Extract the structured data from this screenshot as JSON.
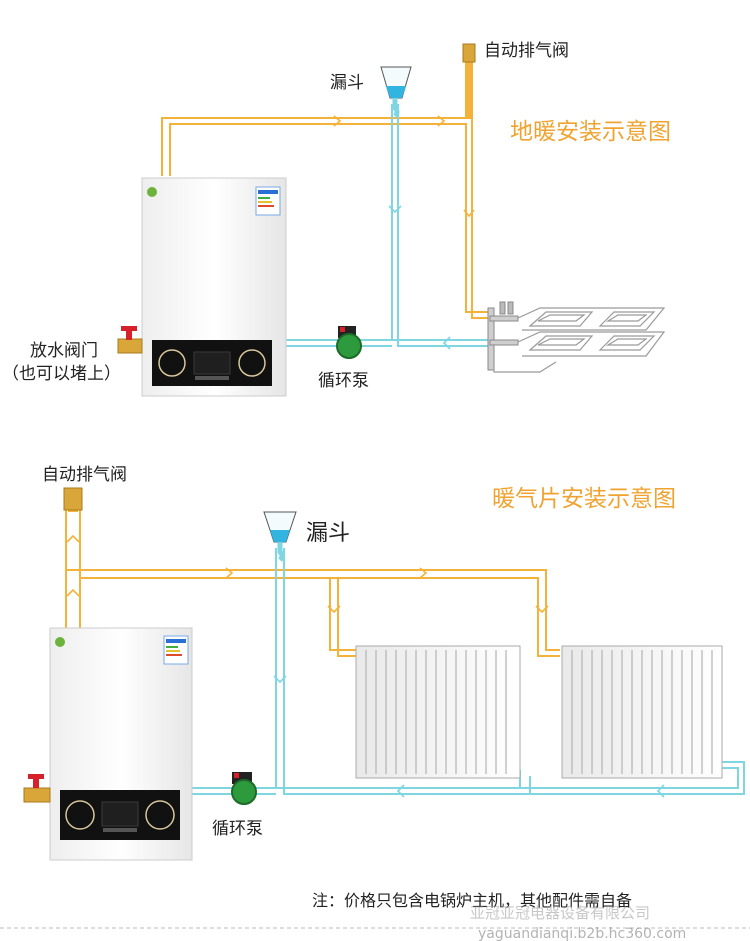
{
  "floor_heating": {
    "title": "地暖安装示意图",
    "auto_vent_label": "自动排气阀",
    "funnel_label": "漏斗",
    "drain_valve_label_line1": "放水阀门",
    "drain_valve_label_line2": "（也可以堵上）",
    "pump_label": "循环泵"
  },
  "radiator_heating": {
    "title": "暖气片安装示意图",
    "auto_vent_label": "自动排气阀",
    "funnel_label": "漏斗",
    "pump_label": "循环泵"
  },
  "footer": {
    "note": "注：价格只包含电锅炉主机，其他配件需自备",
    "watermark_company": "亚冠亚冠电器设备有限公司",
    "watermark_url": "yaguandianqi.b2b.hc360.com"
  },
  "colors": {
    "supply_pipe": "#f4b23a",
    "return_pipe": "#7fd6e3",
    "title": "#f0a331",
    "pump": "#2e9a3e",
    "valve": "#d6202a",
    "brass": "#d9a63a"
  }
}
